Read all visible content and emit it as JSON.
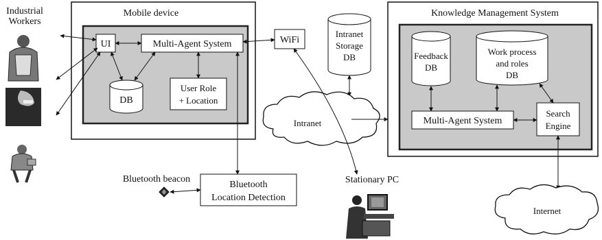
{
  "labels": {
    "workers_line1": "Industrial",
    "workers_line2": "Workers",
    "mobile_device": "Mobile device",
    "ui": "UI",
    "mas_mobile": "Multi-Agent System",
    "db_mobile": "DB",
    "user_role_line1": "User Role",
    "user_role_line2": "+ Location",
    "wifi": "WiFi",
    "intranet_storage_line1": "Intranet",
    "intranet_storage_line2": "Storage",
    "intranet_storage_line3": "DB",
    "kms": "Knowledge Management System",
    "feedback_line1": "Feedback",
    "feedback_line2": "DB",
    "workprocess_line1": "Work process",
    "workprocess_line2": "and roles",
    "workprocess_line3": "DB",
    "mas_kms": "Multi-Agent System",
    "search_line1": "Search",
    "search_line2": "Engine",
    "intranet": "Intranet",
    "internet": "Internet",
    "bt_beacon": "Bluetooth beacon",
    "bt_detect_line1": "Bluetooth",
    "bt_detect_line2": "Location Detection",
    "stationary_pc": "Stationary PC"
  },
  "colors": {
    "panel_fill": "#c9c9c9",
    "box_fill": "#ffffff",
    "stroke": "#111111"
  },
  "icons": [
    "worker-figure-1",
    "worker-figure-2",
    "worker-figure-3",
    "beacon-diamond-icon",
    "desktop-pc-icon"
  ]
}
